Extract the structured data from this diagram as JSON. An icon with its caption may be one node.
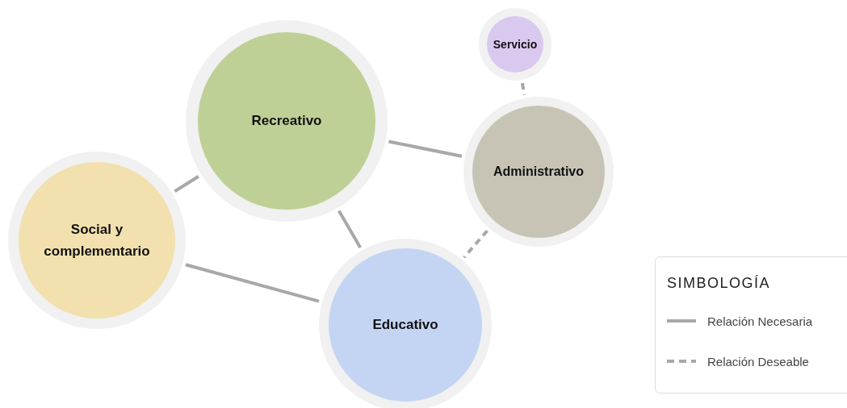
{
  "diagram": {
    "nodes": [
      {
        "text": [
          "Servicio"
        ]
      },
      {
        "text": [
          "Recreativo"
        ]
      },
      {
        "text": [
          "Administrativo"
        ]
      },
      {
        "text": [
          "Social y complementario"
        ]
      },
      {
        "text": [
          "Educativo"
        ]
      }
    ],
    "edges": [
      {
        "from": 0,
        "to": 2,
        "arrow": "none",
        "style": "dashed"
      },
      {
        "from": 1,
        "to": 3,
        "arrow": "none"
      },
      {
        "from": 1,
        "to": 2,
        "arrow": "none"
      },
      {
        "from": 1,
        "to": 4,
        "arrow": "none"
      },
      {
        "from": 3,
        "to": 4,
        "arrow": "none"
      },
      {
        "from": 2,
        "to": 4,
        "arrow": "none",
        "style": "dashed"
      }
    ],
    "labels": [
      "SIMBOLOGÍA"
    ],
    "legend": [
      {
        "text": "Relación Necesaria"
      },
      {
        "text": "Relación Deseable"
      }
    ]
  }
}
